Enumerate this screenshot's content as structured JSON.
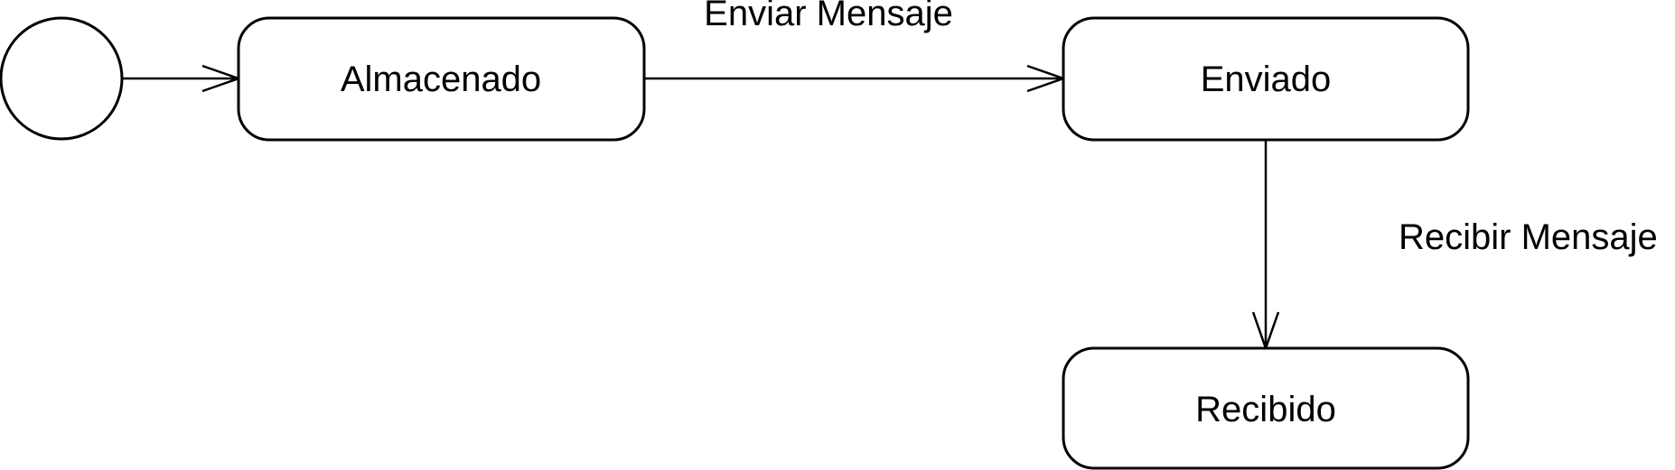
{
  "diagram": {
    "type": "uml-state-diagram",
    "initial_state": "initial-node",
    "states": [
      {
        "id": "almacenado",
        "label": "Almacenado"
      },
      {
        "id": "enviado",
        "label": "Enviado"
      },
      {
        "id": "recibido",
        "label": "Recibido"
      }
    ],
    "transitions": [
      {
        "from": "initial-node",
        "to": "almacenado",
        "label": ""
      },
      {
        "from": "almacenado",
        "to": "enviado",
        "label": "Enviar Mensaje"
      },
      {
        "from": "enviado",
        "to": "recibido",
        "label": "Recibir Mensaje"
      }
    ]
  }
}
